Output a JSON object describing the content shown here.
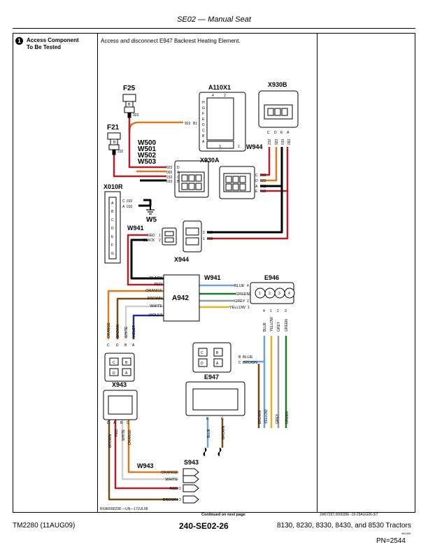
{
  "header": {
    "title": "SE02 — Manual Seat"
  },
  "step": {
    "number": "1",
    "title_line1": "Access Component",
    "title_line2": "To Be Tested",
    "instruction": "Access and disconnect E947 Backrest Heating Element."
  },
  "diagram": {
    "f25": "F25",
    "f21": "F21",
    "f25_pin": "B",
    "f25_wire": "923",
    "f21_pin": "B",
    "f21_wire": "232",
    "a110x1": "A110X1",
    "a110x1_pins": [
      "4",
      "2",
      "H",
      "G",
      "F",
      "E",
      "D",
      "C",
      "B",
      "A",
      "3",
      "1"
    ],
    "a110x1_b1": "B1",
    "a110x1_b1_wire": "923",
    "x930b": "X930B",
    "x930b_pins": [
      "C",
      "D",
      "E",
      "A"
    ],
    "x930b_wires": [
      "232",
      "923",
      "010",
      "092"
    ],
    "harness_w500": "W500",
    "harness_w501": "W501",
    "harness_w502": "W502",
    "harness_w503": "W503",
    "left_wires": [
      "923",
      "092",
      "232",
      "010"
    ],
    "left_pins": [
      "D",
      "A",
      "C",
      "B"
    ],
    "x930a": "X930A",
    "x930a_wires": [
      "232",
      "923",
      "092",
      "010"
    ],
    "x930a_pins": [
      "C",
      "D",
      "A",
      "E"
    ],
    "w944": "W944",
    "x010r": "X010R",
    "x010r_wires": [
      "010",
      "010"
    ],
    "x010r_pins": [
      "C",
      "A"
    ],
    "x010r_cavities": [
      "A",
      "B",
      "C",
      "D",
      "E",
      "F",
      "G"
    ],
    "w5": "W5",
    "w941_top": "W941",
    "x944": "X944",
    "x944_left": [
      "RED",
      "BLACK"
    ],
    "x944_left_pins": [
      "1",
      "2"
    ],
    "x944_right": [
      "010",
      "092"
    ],
    "x944_right_pins": [
      "2",
      "1"
    ],
    "a942": "A942",
    "a942_left": [
      "BLACK",
      "RED",
      "ORANGE",
      "BROWN",
      "WHITE",
      "VIOLET"
    ],
    "w941_right": "W941",
    "a942_right": [
      "BLUE",
      "GREEN",
      "GREY",
      "YELLOW"
    ],
    "a942_right_pins": [
      "4",
      "3",
      "2",
      "1"
    ],
    "e946": "E946",
    "e946_cavities": [
      "1",
      "2",
      "3",
      "4"
    ],
    "e946_pins": [
      "4",
      "1",
      "2",
      "3"
    ],
    "e946_wires": [
      "BLUE",
      "YELLOW",
      "GREY",
      "GREEN"
    ],
    "lower_left_wires": [
      "ORANGE",
      "BROWN",
      "WHITE",
      "VIOLET"
    ],
    "lower_left_pins": [
      "C",
      "D",
      "B",
      "A"
    ],
    "conn_cavities": [
      "C",
      "B",
      "D",
      "A"
    ],
    "x943": "X943",
    "x943_pins": [
      "D",
      "A",
      "B",
      "C"
    ],
    "x943_wires": [
      "BROWN",
      "RED",
      "WHITE",
      "ORANGE"
    ],
    "w943": "W943",
    "s943": "S943",
    "s943_wires": [
      "ORANGE",
      "WHITE",
      "RED",
      "BROWN"
    ],
    "s943_pins": [
      "",
      "",
      "2",
      "3"
    ],
    "e947_conn_pins": [
      "B",
      "C"
    ],
    "e947_conn_wires": [
      "BLUE",
      "BROWN"
    ],
    "e947": "E947",
    "e947_pins": [
      "B",
      "C"
    ],
    "e947_wires": [
      "BLUE",
      "BROWN"
    ],
    "right_wires": [
      "BROWN",
      "YELLOW",
      "GREY",
      "GREEN"
    ],
    "ref_left": "RXA0090238 —UN—17JUL08",
    "continued": "Continued on next page",
    "ref_right": "JW67297,000028E -19-29AUG06-3/7"
  },
  "footer": {
    "left": "TM2280 (11AUG09)",
    "center": "240-SE02-26",
    "right": "8130, 8230, 8330, 8430, and 8530 Tractors",
    "small": "081409",
    "pn": "PN=2544"
  },
  "colors": {
    "red": "#b2202a",
    "black": "#000000",
    "orange": "#d97a1e",
    "brown": "#7a4a12",
    "white": "#cfcfcf",
    "violet": "#2a2a8a",
    "blue": "#6fa3d8",
    "green": "#1e7a2a",
    "grey": "#9a9a9a",
    "yellow": "#e0b21e"
  }
}
